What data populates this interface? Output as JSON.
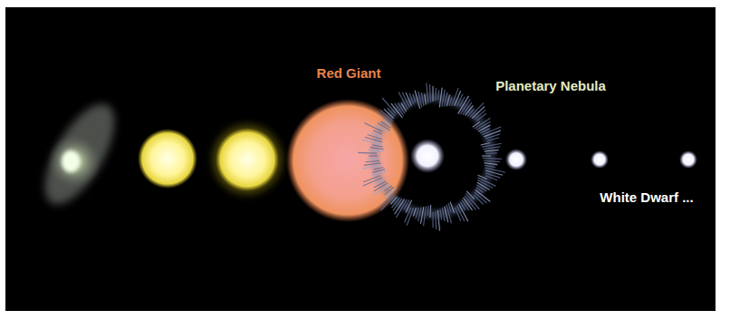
{
  "diagram": {
    "labels": [
      "Red Giant",
      "Planetary Nebula",
      "White Dwarf ..."
    ]
  }
}
